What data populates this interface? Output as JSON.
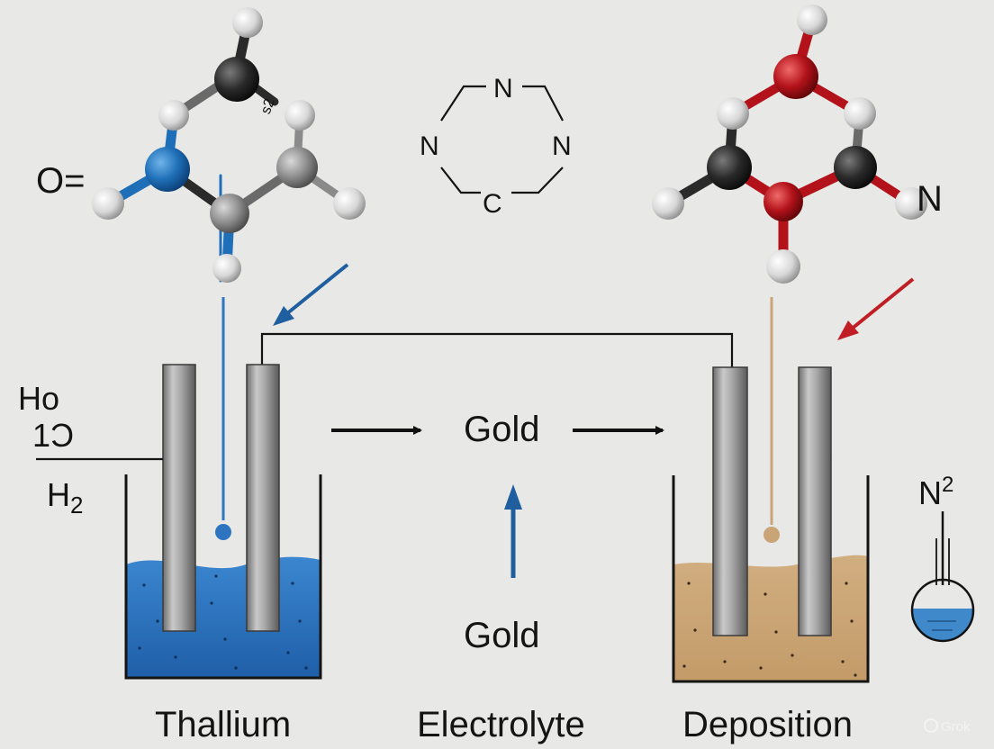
{
  "labels": {
    "thallium": "Thallium",
    "electrolyte": "Electrolyte",
    "deposition": "Deposition",
    "gold_top": "Gold",
    "gold_bottom": "Gold"
  },
  "left_side_labels": {
    "line1": "Ho",
    "line2": "1Ɔ",
    "h2_base": "H",
    "h2_sub": "2"
  },
  "left_molecule": {
    "oxygen_label": "O=",
    "small_mark": "s2"
  },
  "right_molecule": {
    "n_label": "N"
  },
  "ring": {
    "atom_top": "N",
    "atom_left": "N",
    "atom_right": "N",
    "atom_bottom": "C"
  },
  "flask": {
    "label_base": "N",
    "label_sup": "2"
  },
  "watermark": "Grok",
  "colors": {
    "background": "#e8e8e6",
    "blue_electrolyte": "#2f74c0",
    "tan_electrolyte": "#c9a476",
    "red_atom": "#b3121a",
    "blue_atom": "#1f6fb8",
    "dark_atom": "#2a2a2a",
    "grey_atom": "#8e8e8e",
    "blue_arrow": "#1f5fa0",
    "red_arrow": "#c01d24"
  }
}
